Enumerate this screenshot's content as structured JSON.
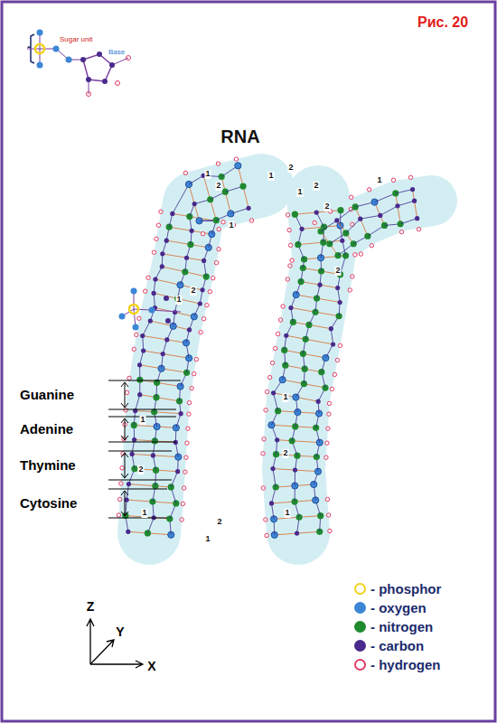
{
  "diagram": {
    "title": "RNA",
    "labels": [
      "Рис. 20",
      "-",
      "Sugar unit",
      "Base",
      "Guanine",
      "Adenine",
      "Thymine",
      "Cytosine",
      "Z",
      "Y",
      "X",
      "1",
      "2",
      "1",
      "2",
      "1",
      "2",
      "1",
      "2",
      "1",
      "1",
      "2",
      "1",
      "2",
      "1",
      "1",
      "2",
      "1",
      "2",
      "1",
      "2"
    ],
    "legend": [
      {
        "text": "- phosphor",
        "color": "#f2d21a"
      },
      {
        "text": "- oxygen",
        "color": "#3d86d6"
      },
      {
        "text": "- nitrogen",
        "color": "#1f8a2e"
      },
      {
        "text": "- carbon",
        "color": "#4a2a8c"
      },
      {
        "text": "- hydrogen",
        "color": "#e23a62"
      }
    ]
  }
}
